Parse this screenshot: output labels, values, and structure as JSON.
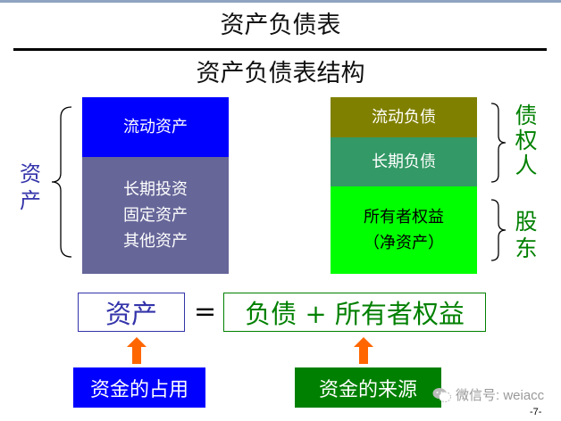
{
  "header": {
    "title": "资产负债表",
    "subtitle": "资产负债表结构"
  },
  "assets_side": {
    "label": "资产",
    "label_color": "#3333aa",
    "blocks": [
      {
        "label": "流动资产",
        "color": "#0000ff"
      },
      {
        "label": "长期投资\n固定资产\n其他资产",
        "color": "#666699"
      }
    ]
  },
  "claims_side": {
    "blocks": [
      {
        "label": "流动负债",
        "color": "#808000",
        "text_color": "#ffffff"
      },
      {
        "label": "长期负债",
        "color": "#339966",
        "text_color": "#ffffff"
      },
      {
        "label": "所有者权益\n（净资产）",
        "color": "#00ff00",
        "text_color": "#000000"
      }
    ],
    "groups": [
      {
        "label": "债权人",
        "color": "#008000"
      },
      {
        "label": "股东",
        "color": "#008000"
      }
    ]
  },
  "equation": {
    "left": "资产",
    "left_color": "#3333aa",
    "equals": "=",
    "right": "负债 + 所有者权益",
    "right_color": "#008000",
    "arrow_color": "#ff6600"
  },
  "sources": {
    "left": {
      "label": "资金的占用",
      "color": "#0000ff"
    },
    "right": {
      "label": "资金的来源",
      "color": "#008000"
    }
  },
  "watermark": {
    "text": "微信号: weiacc"
  },
  "page_number": "-7-"
}
